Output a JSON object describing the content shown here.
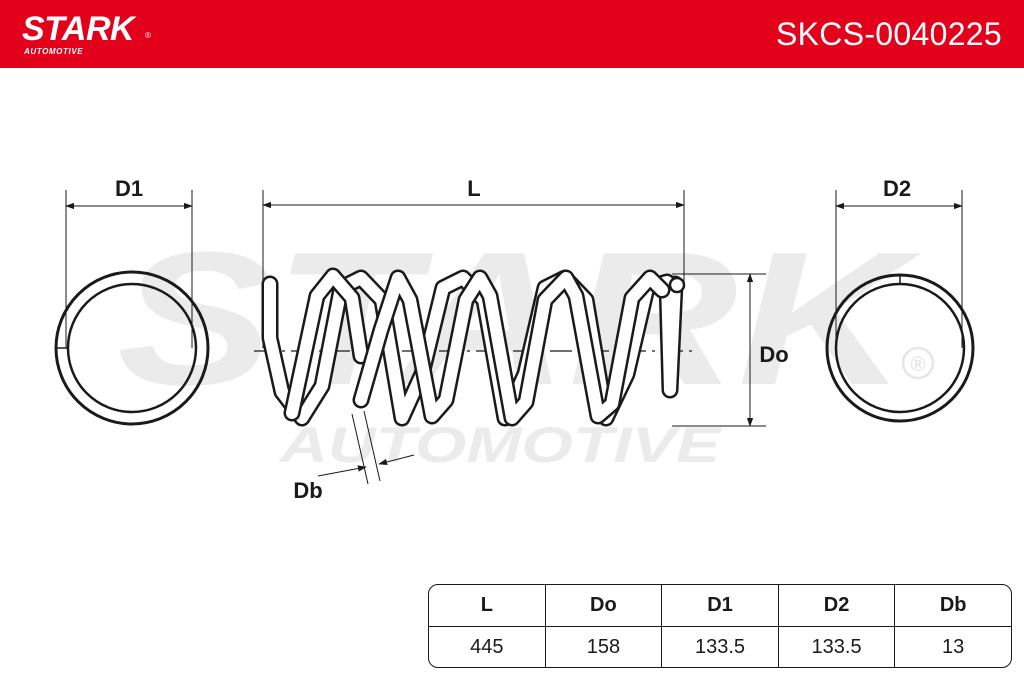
{
  "header": {
    "brand": "STARK",
    "brand_reg": "®",
    "brand_sub": "AUTOMOTIVE",
    "part_number": "SKCS-0040225",
    "color": "#e2001a"
  },
  "watermark": {
    "brand": "STARK",
    "sub": "AUTOMOTIVE",
    "reg": "®"
  },
  "diagram": {
    "label_d1": "D1",
    "label_l": "L",
    "label_d2": "D2",
    "label_do": "Do",
    "label_db": "Db"
  },
  "spec_table": {
    "headers": [
      "L",
      "Do",
      "D1",
      "D2",
      "Db"
    ],
    "values": [
      "445",
      "158",
      "133.5",
      "133.5",
      "13"
    ]
  }
}
